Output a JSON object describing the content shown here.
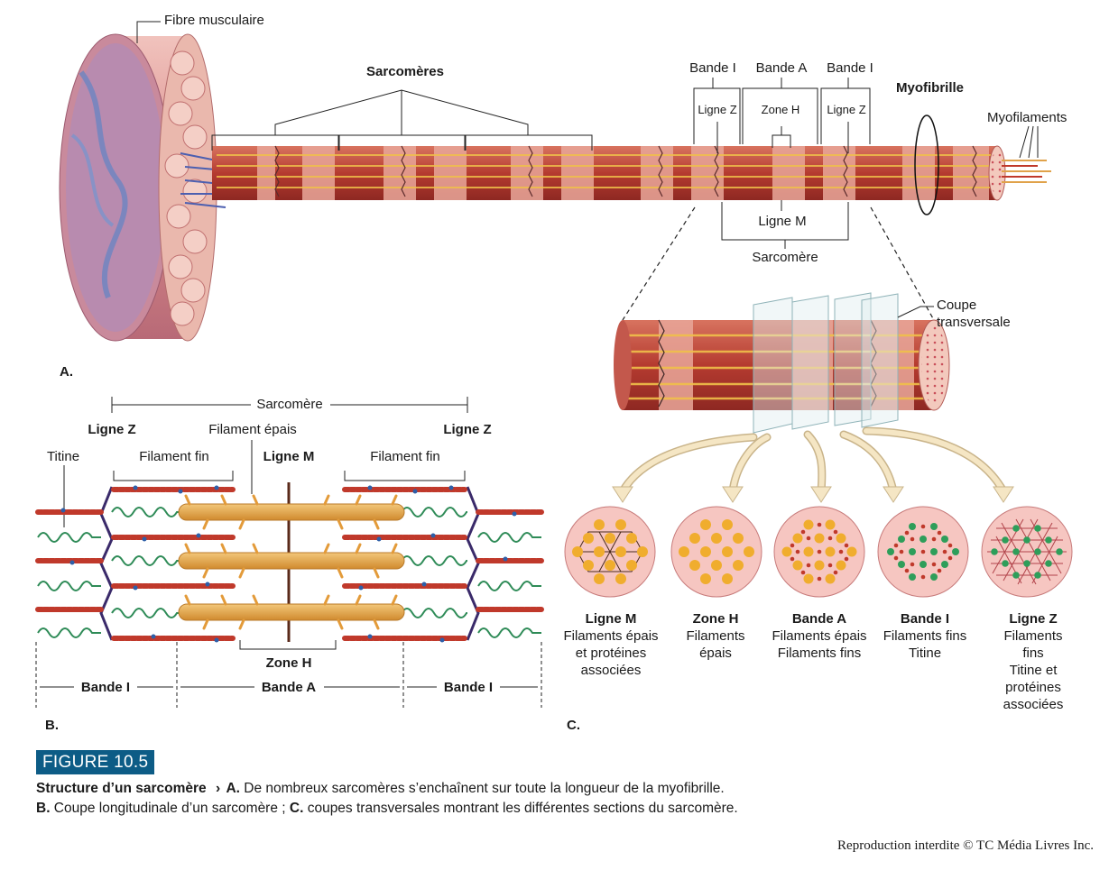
{
  "colors": {
    "fiber": "#e8a7a0",
    "fiber_dark": "#c4606a",
    "myofibril_dark": "#b2332d",
    "myofibril_light": "#e8a39a",
    "actin": "#c0392b",
    "myosin": "#e2a64a",
    "titin": "#2e8b57",
    "arrow": "#f5e6c4",
    "badge": "#0d5c86"
  },
  "panel_a": {
    "fibre_musculaire": "Fibre musculaire",
    "sarcomeres": "Sarcomères",
    "bande_i_1": "Bande I",
    "bande_a": "Bande A",
    "bande_i_2": "Bande I",
    "ligne_z_1": "Ligne Z",
    "zone_h": "Zone H",
    "ligne_z_2": "Ligne Z",
    "myofibrille": "Myofibrille",
    "myofilaments": "Myofilaments",
    "ligne_m": "Ligne M",
    "sarcomere": "Sarcomère",
    "letter": "A."
  },
  "panel_b": {
    "sarcomere": "Sarcomère",
    "ligne_z_left": "Ligne Z",
    "ligne_z_right": "Ligne Z",
    "filament_epais": "Filament épais",
    "titine": "Titine",
    "filament_fin_left": "Filament fin",
    "ligne_m": "Ligne M",
    "filament_fin_right": "Filament fin",
    "zone_h": "Zone H",
    "bande_i_left": "Bande I",
    "bande_a": "Bande A",
    "bande_i_right": "Bande I",
    "letter": "B."
  },
  "panel_c": {
    "coupe": "Coupe",
    "transversale": "transversale",
    "letter": "C.",
    "sections": [
      {
        "title": "Ligne M",
        "lines": [
          "Filaments épais",
          "et protéines",
          "associées"
        ]
      },
      {
        "title": "Zone H",
        "lines": [
          "Filaments",
          "épais"
        ]
      },
      {
        "title": "Bande A",
        "lines": [
          "Filaments épais",
          "Filaments fins"
        ]
      },
      {
        "title": "Bande I",
        "lines": [
          "Filaments fins",
          "Titine"
        ]
      },
      {
        "title": "Ligne Z",
        "lines": [
          "Filaments fins",
          "Titine et",
          "protéines",
          "associées"
        ]
      }
    ]
  },
  "figure": {
    "badge": "FIGURE 10.5",
    "caption_title": "Structure d’un sarcomère",
    "caption_arrow": "›",
    "caption_a_letter": "A.",
    "caption_a_text": " De nombreux sarcomères s’enchaînent sur toute la longueur de la myofibrille.",
    "caption_b_letter": "B.",
    "caption_b_text": " Coupe longitudinale d’un sarcomère ; ",
    "caption_c_letter": "C.",
    "caption_c_text": " coupes transversales montrant les différentes sections du sarcomère.",
    "copyright": "Reproduction interdite © TC Média Livres Inc."
  }
}
